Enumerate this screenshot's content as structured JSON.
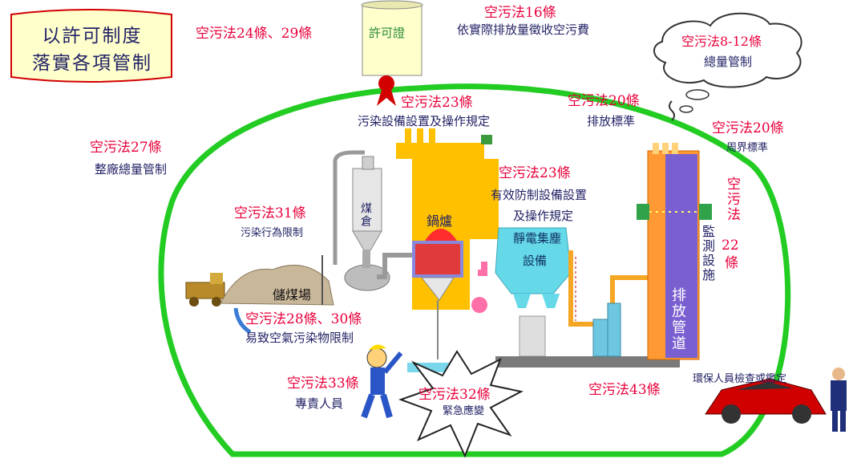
{
  "banner": {
    "line1": "以許可制度",
    "line2": "落實各項管制"
  },
  "permit": {
    "scroll_label": "許可證",
    "law_left": "空污法24條、29條"
  },
  "fee": {
    "law": "空污法16條",
    "desc": "依實際排放量徵收空污費"
  },
  "cloud": {
    "law": "空污法8-12條",
    "desc": "總量管制"
  },
  "pollution_equipment": {
    "law": "空污法23條",
    "desc": "污染設備設置及操作規定"
  },
  "emission_standard": {
    "law": "空污法20條",
    "desc": "排放標準"
  },
  "boundary_standard": {
    "law": "空污法20條",
    "desc": "周界標準"
  },
  "plant_total": {
    "law": "空污法27條",
    "desc": "整廠總量管制"
  },
  "control_equipment": {
    "law": "空污法23條",
    "desc_line1": "有效防制設備設置",
    "desc_line2": "及操作規定"
  },
  "monitoring": {
    "law_vertical": "空污法",
    "law_num": "22",
    "law_suffix": "條",
    "desc_vertical": "監測設施"
  },
  "behavior_limit": {
    "law": "空污法31條",
    "desc": "污染行為限制"
  },
  "coal_silo": {
    "label": "煤倉"
  },
  "boiler": {
    "label": "鍋爐"
  },
  "precipitator": {
    "label_line1": "靜電集塵",
    "label_line2": "設備"
  },
  "coal_yard": {
    "label": "儲煤場"
  },
  "air_pollutant_limit": {
    "law": "空污法28條、30條",
    "desc": "易致空氣污染物限制"
  },
  "dedicated_staff": {
    "law": "空污法33條",
    "desc": "專責人員"
  },
  "emergency": {
    "law": "空污法32條",
    "desc": "緊急應變"
  },
  "inspection": {
    "law": "空污法43條",
    "desc": "環保人員檢查或鑑定"
  },
  "stack": {
    "label": "排放管道"
  },
  "colors": {
    "law_red": "#e8003a",
    "ring_green": "#22cc22",
    "banner_bg": "#ffffcc",
    "boiler_yellow": "#ffc000",
    "precip_cyan": "#66d9e8"
  }
}
